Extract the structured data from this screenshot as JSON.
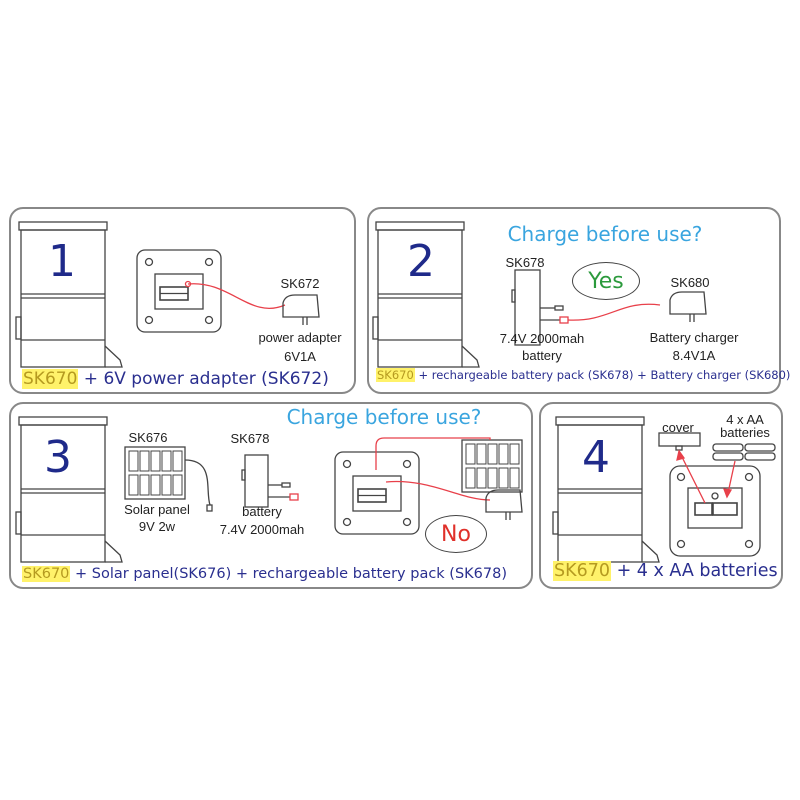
{
  "colors": {
    "title_blue": "#1f2a8a",
    "question_blue": "#3aa5df",
    "yes_green": "#2b9a3c",
    "no_red": "#e0302a",
    "highlight": "#fff26a",
    "wire_red": "#e8404a"
  },
  "panel1": {
    "number": "1",
    "adapter_model": "SK672",
    "adapter_label": "power adapter",
    "adapter_rating": "6V1A",
    "caption_model": "SK670",
    "caption_rest": " + 6V power adapter (SK672)"
  },
  "panel2": {
    "number": "2",
    "question": "Charge before use?",
    "battery_model": "SK678",
    "answer": "Yes",
    "charger_model": "SK680",
    "battery_spec": "7.4V 2000mah",
    "battery_label": "battery",
    "charger_label": "Battery charger",
    "charger_rating": "8.4V1A",
    "caption_model": "SK670",
    "caption_rest": " + rechargeable battery pack (SK678) + Battery charger (SK680)"
  },
  "panel3": {
    "number": "3",
    "question": "Charge before use?",
    "solar_model": "SK676",
    "solar_label": "Solar panel",
    "solar_rating": "9V 2w",
    "battery_model": "SK678",
    "battery_label": "battery",
    "battery_spec": "7.4V 2000mah",
    "answer": "No",
    "caption_model": "SK670",
    "caption_rest": " + Solar panel(SK676) + rechargeable battery pack (SK678)"
  },
  "panel4": {
    "number": "4",
    "cover_label": "cover",
    "batteries_line1": "4 x AA",
    "batteries_line2": "batteries",
    "caption_model": "SK670",
    "caption_rest": " + 4 x AA batteries"
  }
}
